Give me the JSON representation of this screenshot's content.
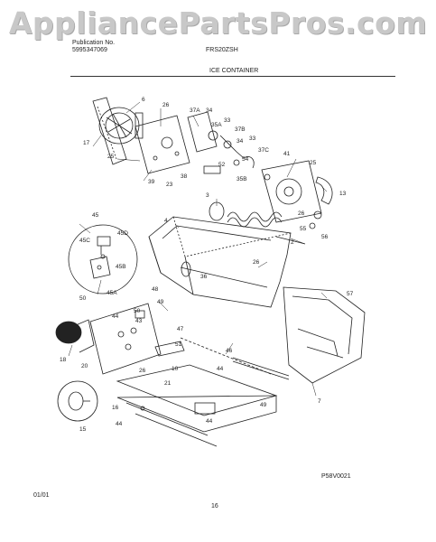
{
  "watermark": "AppliancePartsPros.com",
  "header": {
    "publication_label": "Publication No.",
    "publication_number": "5995347069",
    "model": "FRS20ZSH",
    "section_title": "ICE CONTAINER"
  },
  "footer": {
    "date": "01/01",
    "page": "16",
    "drawing_code": "P58V0021"
  },
  "callouts": [
    {
      "id": "c1",
      "text": "6"
    },
    {
      "id": "c2",
      "text": "26"
    },
    {
      "id": "c3",
      "text": "17"
    },
    {
      "id": "c4",
      "text": "25"
    },
    {
      "id": "c5",
      "text": "39"
    },
    {
      "id": "c6",
      "text": "23"
    },
    {
      "id": "c7",
      "text": "38"
    },
    {
      "id": "c8",
      "text": "37A"
    },
    {
      "id": "c9",
      "text": "34"
    },
    {
      "id": "c10",
      "text": "35A"
    },
    {
      "id": "c11",
      "text": "33"
    },
    {
      "id": "c12",
      "text": "37B"
    },
    {
      "id": "c13",
      "text": "34"
    },
    {
      "id": "c14",
      "text": "33"
    },
    {
      "id": "c15",
      "text": "37C"
    },
    {
      "id": "c16",
      "text": "52"
    },
    {
      "id": "c17",
      "text": "54"
    },
    {
      "id": "c18",
      "text": "35B"
    },
    {
      "id": "c19",
      "text": "41"
    },
    {
      "id": "c20",
      "text": "25"
    },
    {
      "id": "c21",
      "text": "13"
    },
    {
      "id": "c22",
      "text": "3"
    },
    {
      "id": "c23",
      "text": "4"
    },
    {
      "id": "c24",
      "text": "26"
    },
    {
      "id": "c25",
      "text": "55"
    },
    {
      "id": "c26",
      "text": "56"
    },
    {
      "id": "c27",
      "text": "2"
    },
    {
      "id": "c28",
      "text": "45"
    },
    {
      "id": "c29",
      "text": "45C"
    },
    {
      "id": "c30",
      "text": "45D"
    },
    {
      "id": "c31",
      "text": "45B"
    },
    {
      "id": "c32",
      "text": "45A"
    },
    {
      "id": "c33",
      "text": "50"
    },
    {
      "id": "c34",
      "text": "26"
    },
    {
      "id": "c35",
      "text": "36"
    },
    {
      "id": "c36",
      "text": "48"
    },
    {
      "id": "c37",
      "text": "49"
    },
    {
      "id": "c38",
      "text": "57"
    },
    {
      "id": "c39",
      "text": "47"
    },
    {
      "id": "c40",
      "text": "44"
    },
    {
      "id": "c41",
      "text": "50"
    },
    {
      "id": "c42",
      "text": "43"
    },
    {
      "id": "c43",
      "text": "51"
    },
    {
      "id": "c44",
      "text": "46"
    },
    {
      "id": "c45",
      "text": "18"
    },
    {
      "id": "c46",
      "text": "20"
    },
    {
      "id": "c47",
      "text": "26"
    },
    {
      "id": "c48",
      "text": "10"
    },
    {
      "id": "c49",
      "text": "44"
    },
    {
      "id": "c50",
      "text": "21"
    },
    {
      "id": "c51",
      "text": "16"
    },
    {
      "id": "c52",
      "text": "15"
    },
    {
      "id": "c53",
      "text": "44"
    },
    {
      "id": "c54",
      "text": "44"
    },
    {
      "id": "c55",
      "text": "49"
    },
    {
      "id": "c56",
      "text": "7"
    }
  ]
}
